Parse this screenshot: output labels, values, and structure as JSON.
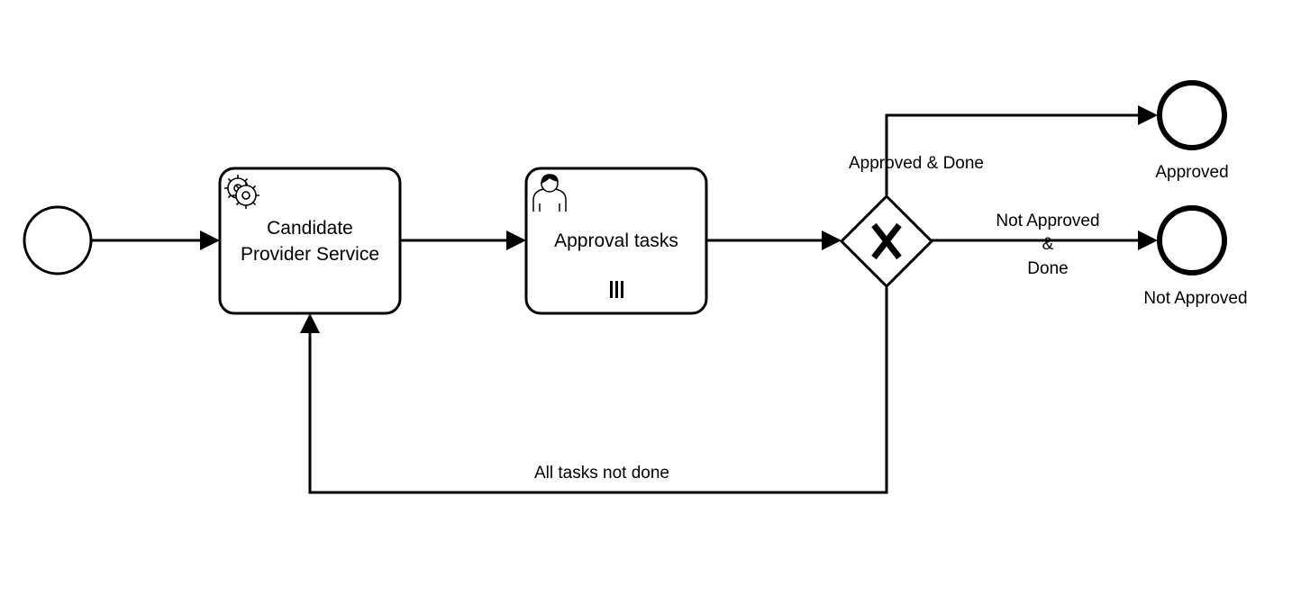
{
  "diagram": {
    "type": "bpmn-process",
    "nodes": {
      "start_event": {
        "kind": "start-event"
      },
      "candidate_task": {
        "kind": "service-task",
        "icon": "gear-icon",
        "label_line1": "Candidate",
        "label_line2": "Provider Service"
      },
      "approval_task": {
        "kind": "user-task",
        "icon": "user-icon",
        "marker": "parallel-multi-instance-icon",
        "label": "Approval tasks"
      },
      "gateway": {
        "kind": "exclusive-gateway",
        "icon": "x-icon"
      },
      "end_approved": {
        "kind": "end-event",
        "label": "Approved"
      },
      "end_not_approved": {
        "kind": "end-event",
        "label": "Not Approved"
      }
    },
    "flows": {
      "approved_done": {
        "label": "Approved & Done"
      },
      "not_approved_done": {
        "label_line1": "Not Approved",
        "label_line2": "&",
        "label_line3": "Done"
      },
      "tasks_not_done": {
        "label": "All tasks not done"
      }
    },
    "colors": {
      "stroke": "#000000",
      "fill": "#ffffff"
    }
  }
}
